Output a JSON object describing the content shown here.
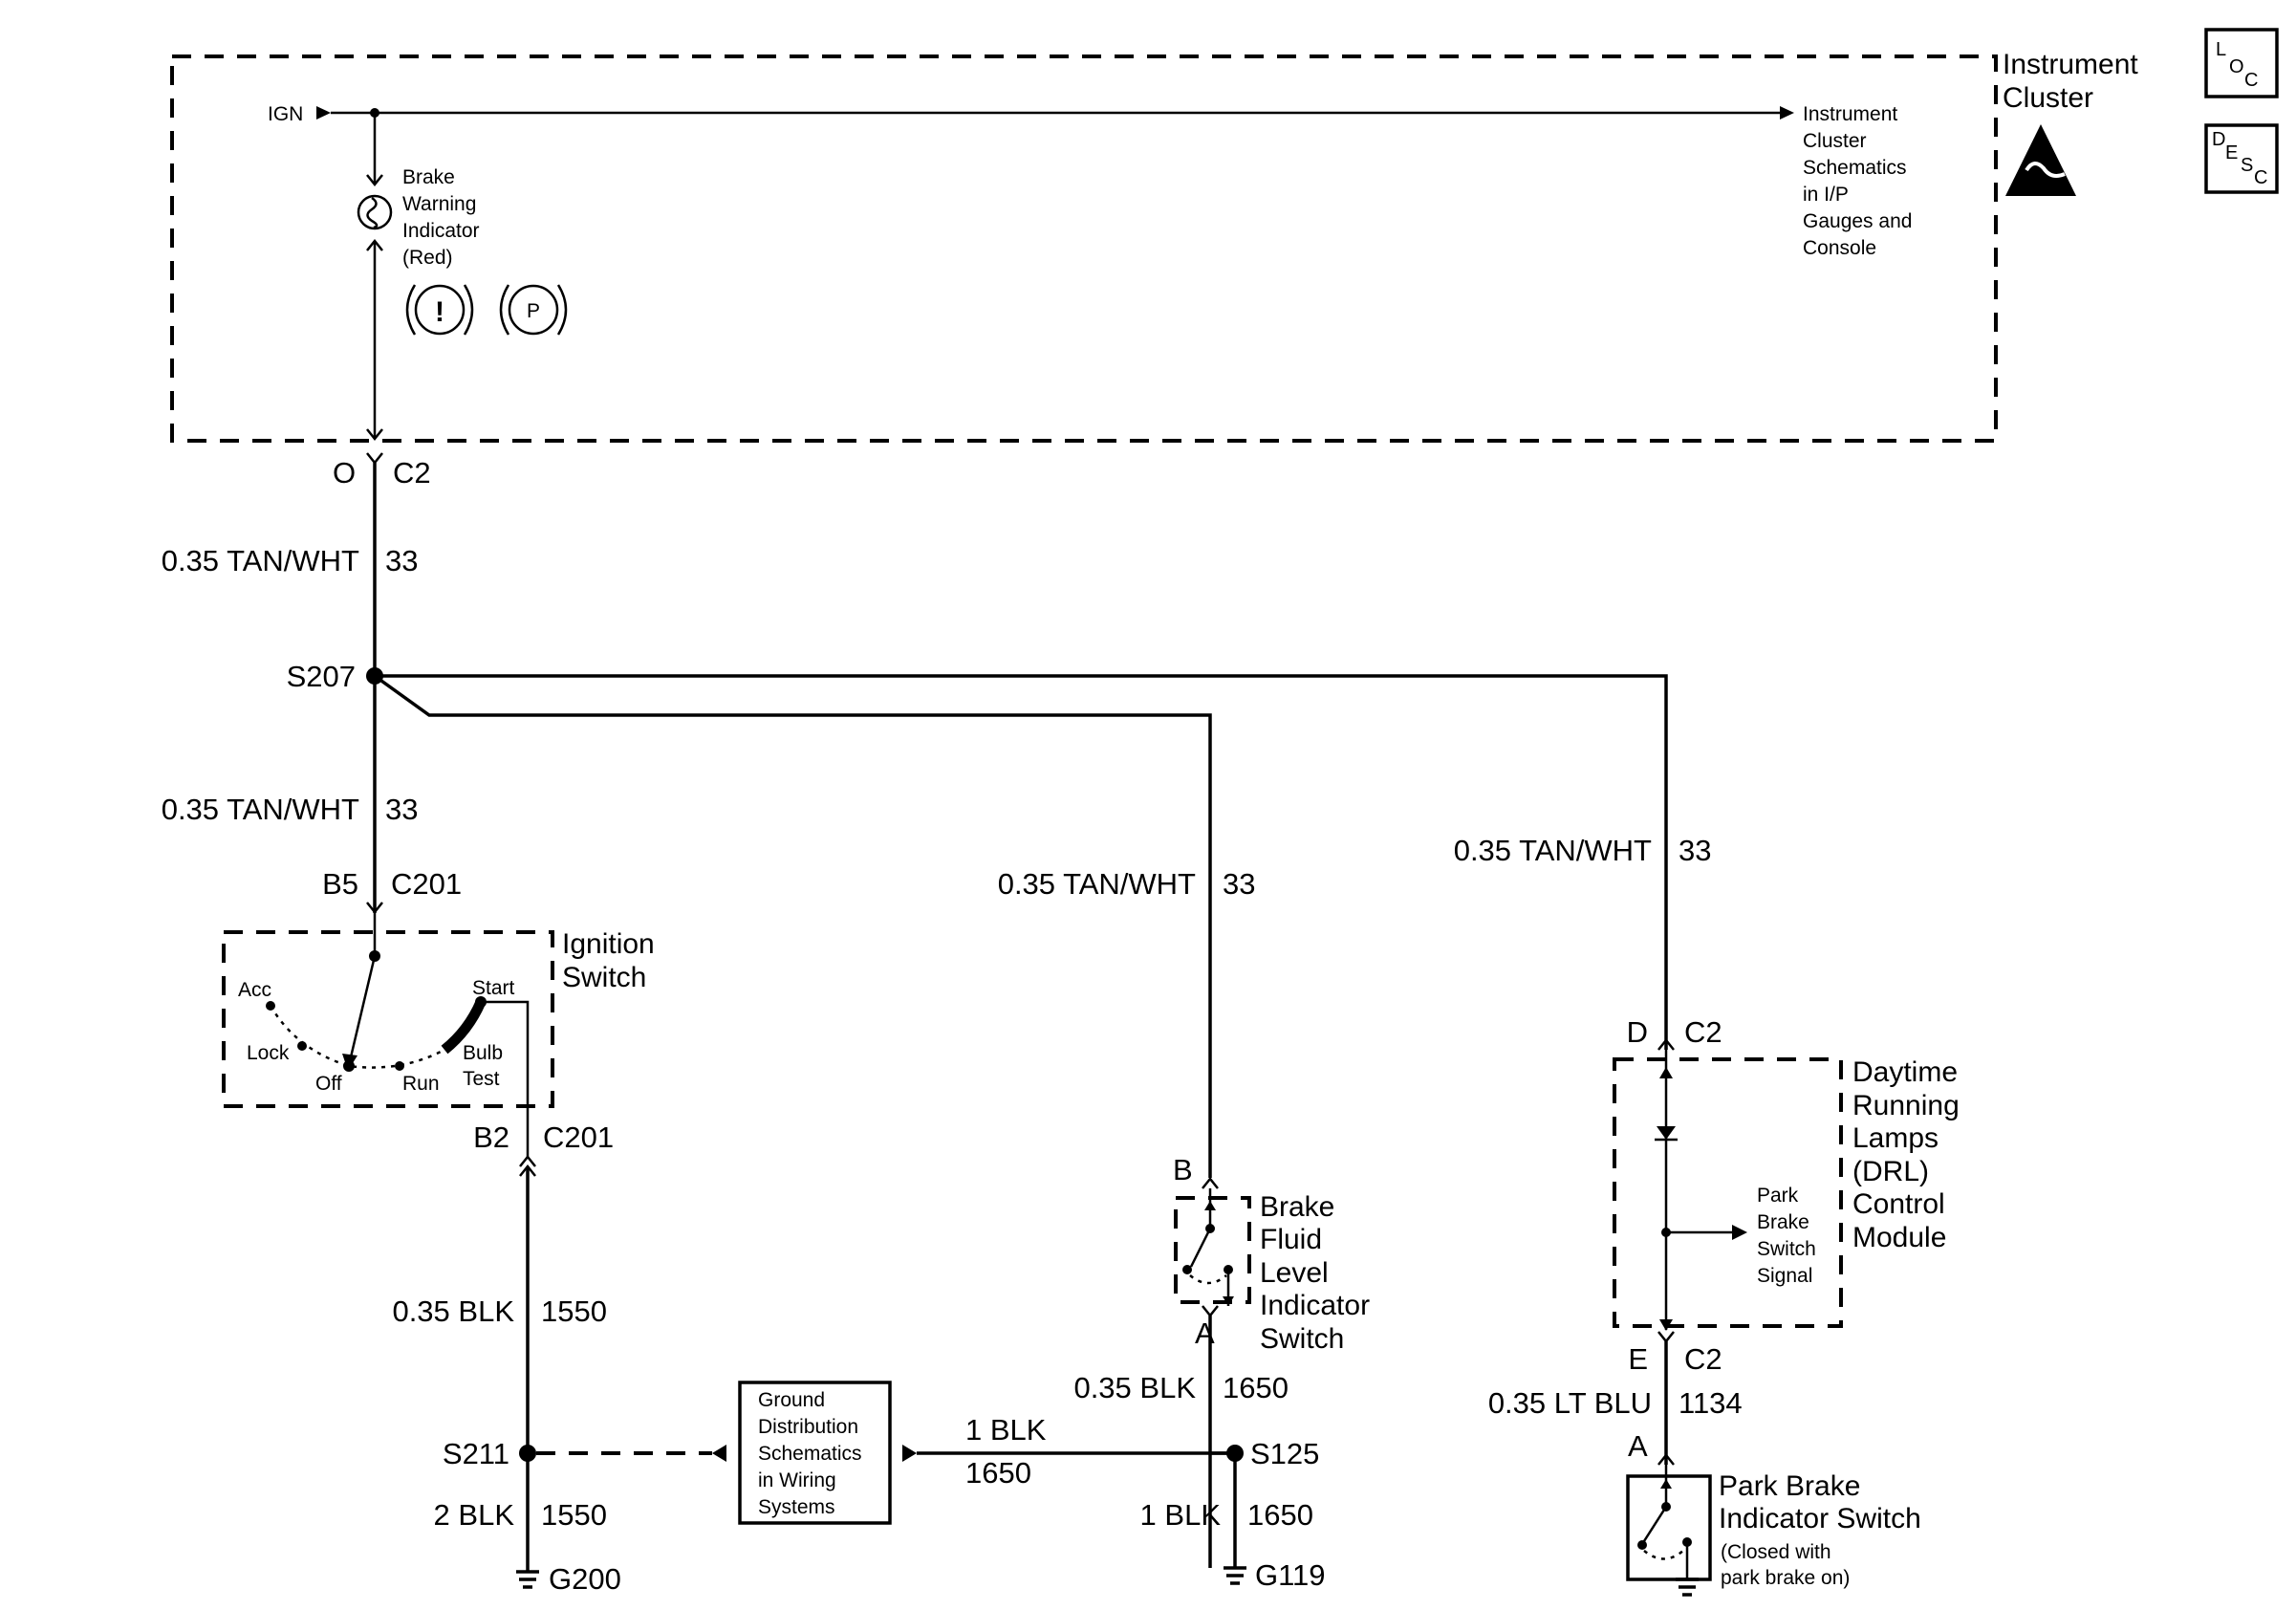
{
  "instrument_cluster": {
    "title": [
      "Instrument",
      "Cluster"
    ],
    "ign": "IGN",
    "brake_indicator": [
      "Brake",
      "Warning",
      "Indicator",
      "(Red)"
    ],
    "symbol_exclaim": "!",
    "symbol_p": "P",
    "schematics_ref": [
      "Instrument",
      "Cluster",
      "Schematics",
      "in I/P",
      "Gauges and",
      "Console"
    ]
  },
  "icons": {
    "loc": {
      "l": "L",
      "o": "O",
      "c": "C"
    },
    "desc": {
      "d": "D",
      "e": "E",
      "s": "S",
      "c": "C"
    }
  },
  "connectors": {
    "c2_o": {
      "pin": "O",
      "name": "C2"
    },
    "c201_b5": {
      "pin": "B5",
      "name": "C201"
    },
    "c201_b2": {
      "pin": "B2",
      "name": "C201"
    },
    "c2_d": {
      "pin": "D",
      "name": "C2"
    },
    "c2_e": {
      "pin": "E",
      "name": "C2"
    },
    "brake_fluid_b": "B",
    "brake_fluid_a": "A",
    "park_brake_a": "A"
  },
  "wires": {
    "w_cluster_s207": {
      "gauge": "0.35 TAN/WHT",
      "circuit": "33"
    },
    "w_s207_ign": {
      "gauge": "0.35 TAN/WHT",
      "circuit": "33"
    },
    "w_s207_fluid": {
      "gauge": "0.35 TAN/WHT",
      "circuit": "33"
    },
    "w_s207_drl": {
      "gauge": "0.35 TAN/WHT",
      "circuit": "33"
    },
    "w_ign_s211": {
      "gauge": "0.35 BLK",
      "circuit": "1550"
    },
    "w_s211_g200": {
      "gauge": "2 BLK",
      "circuit": "1550"
    },
    "w_fluid_s125": {
      "gauge": "0.35 BLK",
      "circuit": "1650"
    },
    "w_s125_ground": {
      "gauge": "1 BLK",
      "circuit": "1650"
    },
    "w_s125_g119": {
      "gauge": "1 BLK",
      "circuit": "1650"
    },
    "w_drl_park": {
      "gauge": "0.35 LT BLU",
      "circuit": "1134"
    }
  },
  "splices": {
    "s207": "S207",
    "s211": "S211",
    "s125": "S125"
  },
  "grounds": {
    "g200": "G200",
    "g119": "G119"
  },
  "ignition_switch": {
    "title": [
      "Ignition",
      "Switch"
    ],
    "positions": {
      "acc": "Acc",
      "lock": "Lock",
      "off": "Off",
      "run": "Run",
      "start": "Start",
      "bulb_test": [
        "Bulb",
        "Test"
      ]
    }
  },
  "brake_fluid_switch": {
    "title": [
      "Brake",
      "Fluid",
      "Level",
      "Indicator",
      "Switch"
    ]
  },
  "drl_module": {
    "title": [
      "Daytime",
      "Running",
      "Lamps",
      "(DRL)",
      "Control",
      "Module"
    ],
    "signal": [
      "Park",
      "Brake",
      "Switch",
      "Signal"
    ]
  },
  "park_brake_switch": {
    "title": [
      "Park Brake",
      "Indicator Switch"
    ],
    "note": [
      "(Closed with",
      "park brake on)"
    ]
  },
  "ground_distribution": {
    "text": [
      "Ground",
      "Distribution",
      "Schematics",
      "in Wiring",
      "Systems"
    ]
  }
}
